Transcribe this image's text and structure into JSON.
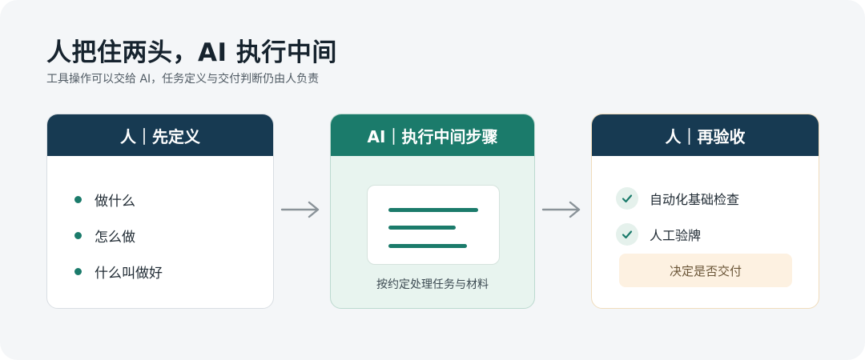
{
  "header": {
    "title": "人把住两头，AI 执行中间",
    "subtitle": "工具操作可以交给 AI，任务定义与交付判断仍由人负责"
  },
  "colors": {
    "dark_header": "#173a52",
    "green_header": "#1b7b6b",
    "mid_fill": "#e8f4ef",
    "decision_fill": "#fdf1e1"
  },
  "cards": {
    "left": {
      "title": "人｜先定义",
      "items": [
        "做什么",
        "怎么做",
        "什么叫做好"
      ]
    },
    "mid": {
      "title": "AI｜执行中间步骤",
      "caption": "按约定处理任务与材料",
      "icon": "document-lines-icon"
    },
    "right": {
      "title": "人｜再验收",
      "checks": [
        "自动化基础检查",
        "人工验牌"
      ],
      "decision": "决定是否交付"
    }
  },
  "connectors": [
    "arrow-right-icon",
    "arrow-right-icon"
  ]
}
